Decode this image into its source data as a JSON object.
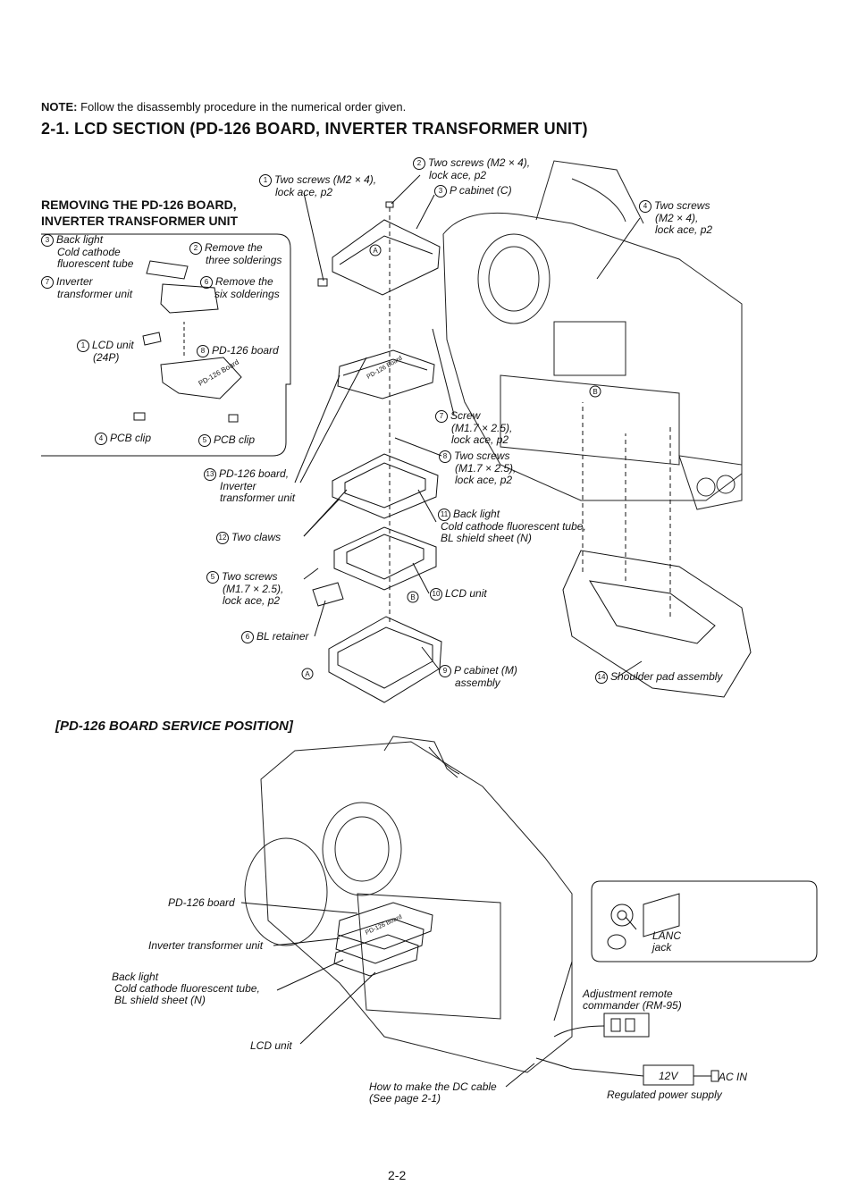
{
  "note": {
    "label": "NOTE:",
    "text": "Follow the disassembly procedure in the numerical order given."
  },
  "title": "2-1.  LCD SECTION (PD-126 BOARD, INVERTER TRANSFORMER UNIT)",
  "subtitle": {
    "line1": "REMOVING THE PD-126 BOARD,",
    "line2": "INVERTER  TRANSFORMER UNIT"
  },
  "callouts_top": {
    "c1": {
      "n": "1",
      "l1": "Two screws (M2 × 4),",
      "l2": "lock ace, p2"
    },
    "c2": {
      "n": "2",
      "l1": "Two screws (M2 × 4),",
      "l2": "lock ace, p2"
    },
    "c3": {
      "n": "3",
      "l1": "P cabinet (C)"
    },
    "c4": {
      "n": "4",
      "l1": "Two screws",
      "l2": "(M2 × 4),",
      "l3": "lock ace, p2"
    },
    "c7": {
      "n": "7",
      "l1": "Screw",
      "l2": "(M1.7 × 2.5),",
      "l3": "lock ace, p2"
    },
    "c8": {
      "n": "8",
      "l1": "Two screws",
      "l2": "(M1.7 × 2.5),",
      "l3": "lock ace, p2"
    },
    "c13": {
      "n": "13",
      "l1": "PD-126 board,",
      "l2": "Inverter",
      "l3": "transformer unit"
    },
    "c11": {
      "n": "11",
      "l1": "Back light",
      "l2": "Cold cathode fluorescent tube,",
      "l3": "BL shield sheet (N)"
    },
    "c12": {
      "n": "12",
      "l1": "Two claws"
    },
    "c5": {
      "n": "5",
      "l1": "Two screws",
      "l2": "(M1.7 × 2.5),",
      "l3": "lock ace, p2"
    },
    "c10": {
      "n": "10",
      "l1": "LCD unit"
    },
    "c6": {
      "n": "6",
      "l1": "BL retainer"
    },
    "c9": {
      "n": "9",
      "l1": "P cabinet (M)",
      "l2": "assembly"
    },
    "c14": {
      "n": "14",
      "l1": "Shoulder pad assembly"
    }
  },
  "inset": {
    "i3": {
      "n": "3",
      "l1": "Back light",
      "l2": "Cold cathode",
      "l3": "fluorescent tube"
    },
    "i2": {
      "n": "2",
      "l1": "Remove the",
      "l2": "three solderings"
    },
    "i7": {
      "n": "7",
      "l1": "Inverter",
      "l2": "transformer unit"
    },
    "i6": {
      "n": "6",
      "l1": "Remove the",
      "l2": "six solderings"
    },
    "i1": {
      "n": "1",
      "l1": "LCD unit",
      "l2": "(24P)"
    },
    "i8": {
      "n": "8",
      "l1": "PD-126 board"
    },
    "i4": {
      "n": "4",
      "l1": "PCB clip"
    },
    "i5": {
      "n": "5",
      "l1": "PCB clip"
    },
    "board_text": "PD-126 Board"
  },
  "markers": {
    "a": "A",
    "b": "B"
  },
  "service": {
    "heading": "[PD-126 BOARD SERVICE POSITION]",
    "pd_board": "PD-126 board",
    "inverter": "Inverter transformer unit",
    "backlight": {
      "l1": "Back light",
      "l2": "Cold cathode fluorescent tube,",
      "l3": "BL shield sheet (N)"
    },
    "lcd_unit": "LCD unit",
    "lanc": {
      "l1": "LANC",
      "l2": "jack"
    },
    "remote": {
      "l1": "Adjustment remote",
      "l2": "commander (RM-95)"
    },
    "dc_cable": {
      "l1": "How to make the DC cable",
      "l2": "(See page 2-1)"
    },
    "psu_voltage": "12V",
    "ac_in": "AC IN",
    "psu": "Regulated power supply"
  },
  "page_number": "2-2"
}
